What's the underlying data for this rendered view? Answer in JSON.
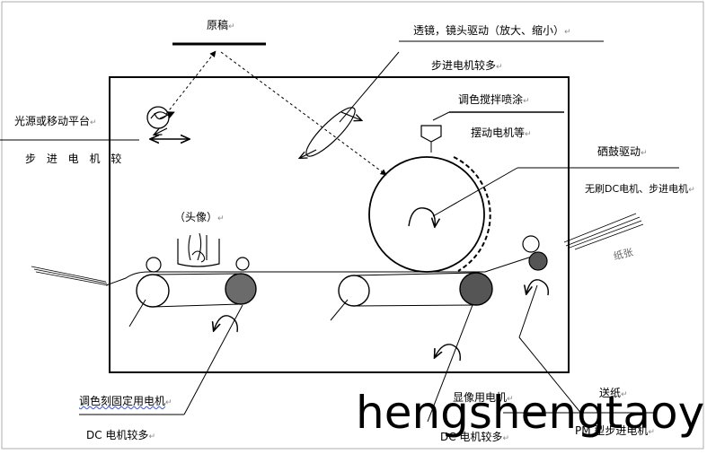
{
  "labels": {
    "original": "原稿",
    "lens_drive": "透镜，镜头驱动（放大、缩小）",
    "lens_stepper": "步进电机较多",
    "light_source": "光源或移动平台",
    "light_stepper": "步 进 电 机 较",
    "toner_mix": "调色搅拌喷涂",
    "swing_motor": "摆动电机等",
    "drum_drive": "硒鼓驱动",
    "drum_motor": "无刷DC电机、步进电机",
    "head": "（头像）",
    "paper": "纸张",
    "fixing_motor": "调色刻固定用电机",
    "fixing_dc": "DC 电机较多",
    "developing_motor": "显像用电机",
    "developing_dc": "DC 电机较多",
    "paper_feed": "送纸",
    "pm_stepper": "PM 型步进电机"
  },
  "para_mark": "↵",
  "watermark": "hengshengtaoye"
}
